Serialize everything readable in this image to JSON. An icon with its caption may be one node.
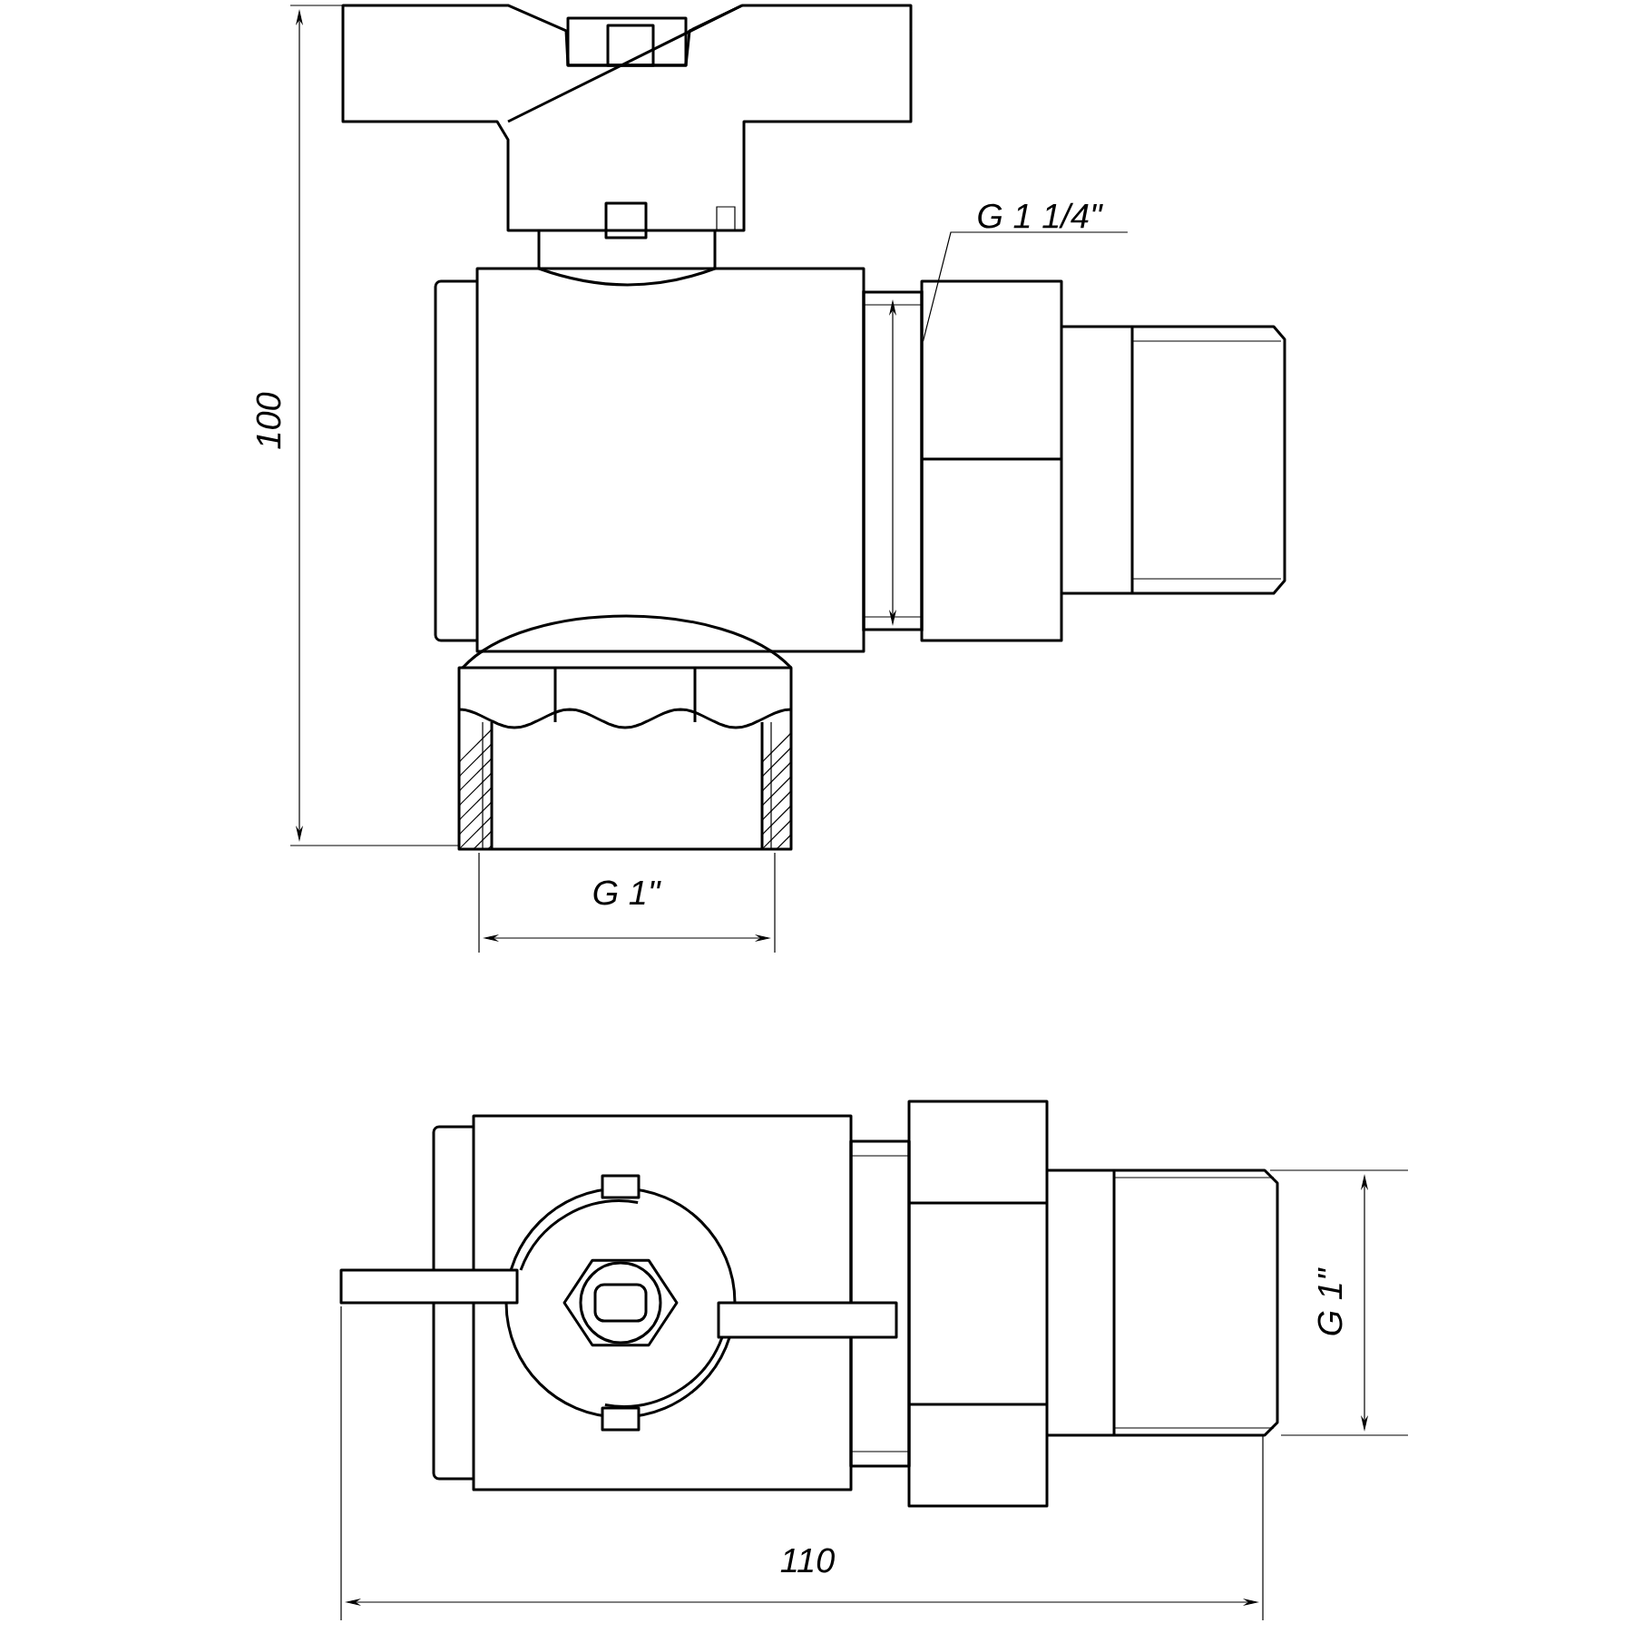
{
  "diagram": {
    "nodes": [
      {
        "text": [
          "G 1 1/4\""
        ]
      },
      {
        "text": [],
        "shape": "box"
      }
    ],
    "edges": [
      {
        "from": 0,
        "to": 1,
        "arrow": "none"
      }
    ],
    "labels": [
      "100",
      "G 1\"",
      "G 1\"",
      "110"
    ]
  }
}
